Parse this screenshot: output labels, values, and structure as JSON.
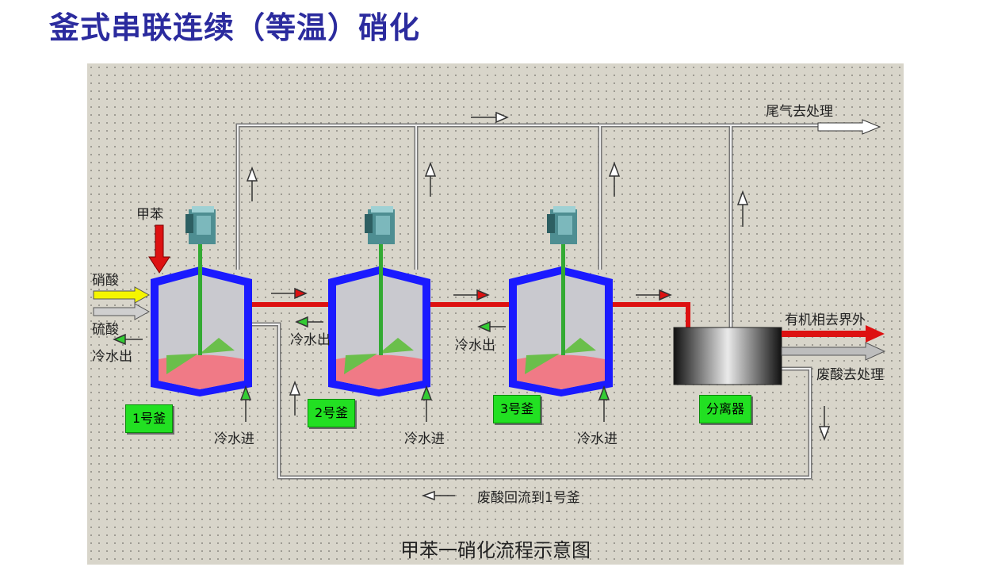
{
  "slide": {
    "title": "釜式串联连续（等温）硝化"
  },
  "diagram": {
    "caption": "甲苯一硝化流程示意图",
    "reactors": [
      {
        "tag": "1号釜",
        "cooling_in": "冷水进",
        "cooling_out": "冷水出"
      },
      {
        "tag": "2号釜",
        "cooling_in": "冷水进",
        "cooling_out": "冷水出"
      },
      {
        "tag": "3号釜",
        "cooling_in": "冷水进",
        "cooling_out": "冷水出"
      }
    ],
    "separator": {
      "tag": "分离器"
    },
    "feeds": {
      "toluene": "甲苯",
      "nitric_acid": "硝酸",
      "sulfuric_acid": "硫酸"
    },
    "outlets": {
      "tail_gas": "尾气去处理",
      "organic_phase": "有机相去界外",
      "waste_acid": "废酸去处理",
      "waste_acid_return": "废酸回流到1号釜"
    },
    "colors": {
      "vessel_jacket": "#1a1aff",
      "vessel_inner": "#c9c9cf",
      "liquid": "#f07a86",
      "product_line": "#dd1111",
      "agitator": "#33aa33",
      "motor": "#4e8e92",
      "tag_fill": "#22e022",
      "nitric_acid": "#f5f500",
      "sulfuric_acid": "#c8c8c8",
      "toluene": "#dd1111"
    }
  }
}
